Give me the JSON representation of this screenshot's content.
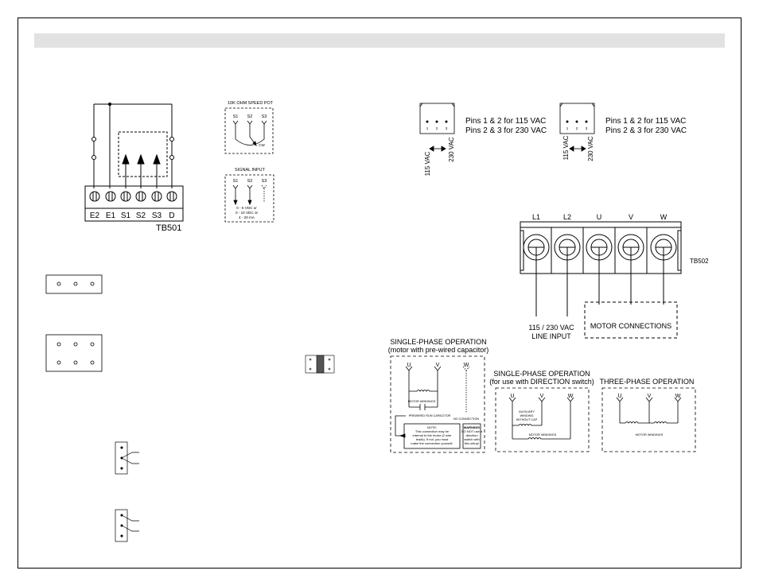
{
  "tb501": {
    "terminals": [
      "E2",
      "E1",
      "S1",
      "S2",
      "S3",
      "D"
    ],
    "label": "TB501"
  },
  "speed_pot": {
    "title": "10K OHM SPEED POT",
    "pins": [
      "S1",
      "S2",
      "S3"
    ],
    "cw": "CW"
  },
  "signal_input": {
    "title": "SIGNAL INPUT",
    "pins": [
      "S1",
      "S2",
      "S3"
    ],
    "ranges": [
      "0 - 5 VDC or",
      "0 - 10 VDC or",
      "4 - 20 mA"
    ]
  },
  "voltage_selector_1": {
    "pins": [
      "1",
      "2",
      "3"
    ],
    "left_label": "115 VAC",
    "right_label": "230 VAC",
    "line1": "Pins 1 & 2 for 115 VAC",
    "line2": "Pins 2 & 3 for 230 VAC"
  },
  "voltage_selector_2": {
    "pins": [
      "1",
      "2",
      "3"
    ],
    "left_label": "115 VAC",
    "right_label": "230 VAC",
    "line1": "Pins 1 & 2 for 115 VAC",
    "line2": "Pins 2 & 3 for 230 VAC"
  },
  "tb502": {
    "terminals": [
      "L1",
      "L2",
      "U",
      "V",
      "W"
    ],
    "label": "TB502",
    "line_input_1": "115 / 230 VAC",
    "line_input_2": "LINE INPUT",
    "motor_connections": "MOTOR CONNECTIONS"
  },
  "single_phase_a": {
    "title1": "SINGLE-PHASE OPERATION",
    "title2": "(motor with pre-wired capacitor)",
    "terminals": [
      "U",
      "V",
      "W"
    ],
    "motor_windings": "MOTOR WINDINGS",
    "capacitor": "PREWIRED RUN CAPACITOR",
    "no_connection": "NO CONNECTION",
    "note_title": "NOTE:",
    "note_lines": [
      "This connection may be",
      "internal to the motor (2 wire",
      "leads). If not, you must",
      "make the connection yourself."
    ],
    "warning_title": "WARNING!",
    "warning_lines": [
      "DO NOT use a",
      "direction",
      "switch with",
      "this setup!"
    ]
  },
  "single_phase_b": {
    "title1": "SINGLE-PHASE OPERATION",
    "title2": "(for use with DIRECTION switch)",
    "terminals": [
      "U",
      "V",
      "W"
    ],
    "aux_lines": [
      "AUXILIARY",
      "WINDING",
      "WITHOUT CAP"
    ],
    "motor_windings": "MOTOR WINDINGS"
  },
  "three_phase": {
    "title": "THREE-PHASE OPERATION",
    "terminals": [
      "U",
      "V",
      "W"
    ],
    "motor_windings": "MOTOR WINDINGS"
  }
}
